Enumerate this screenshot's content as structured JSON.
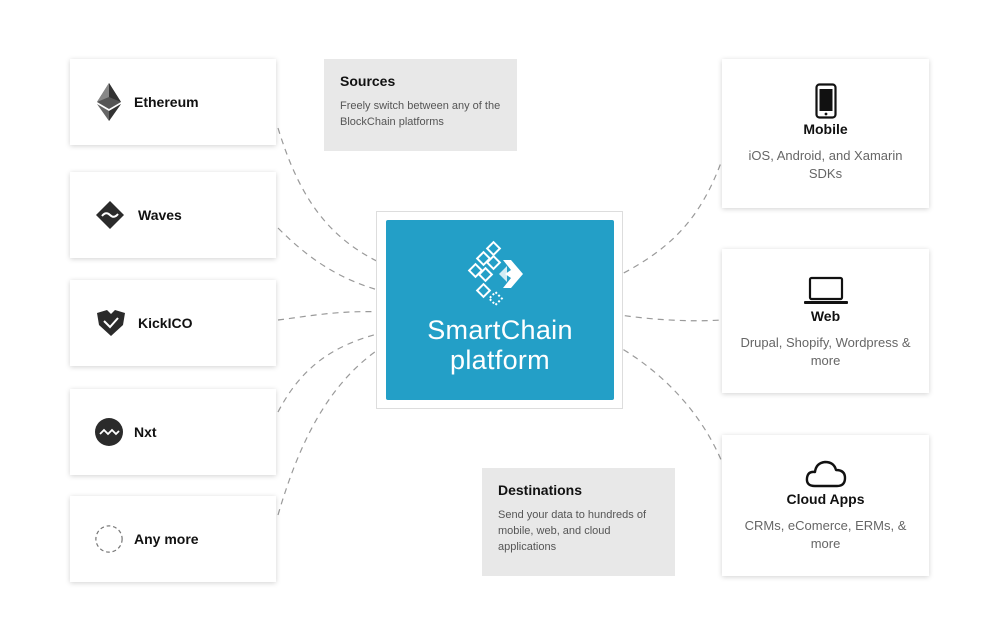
{
  "sources": {
    "title": "Sources",
    "description": "Freely switch between any of the BlockChain platforms",
    "items": [
      {
        "label": "Ethereum",
        "icon": "ethereum-icon"
      },
      {
        "label": "Waves",
        "icon": "waves-icon"
      },
      {
        "label": "KickICO",
        "icon": "kickico-icon"
      },
      {
        "label": "Nxt",
        "icon": "nxt-icon"
      },
      {
        "label": "Any more",
        "icon": "dashed-circle-icon"
      }
    ]
  },
  "platform": {
    "line1": "SmartChain",
    "line2": "platform",
    "color": "#239fc7",
    "icon": "smartchain-logo-icon"
  },
  "destinations": {
    "title": "Destinations",
    "description": "Send your data to hundreds of mobile, web, and cloud applications",
    "items": [
      {
        "label": "Mobile",
        "description": "iOS, Android, and Xamarin SDKs",
        "icon": "mobile-phone-icon"
      },
      {
        "label": "Web",
        "description": "Drupal, Shopify, Wordpress & more",
        "icon": "laptop-icon"
      },
      {
        "label": "Cloud Apps",
        "description": "CRMs, eComerce, ERMs, & more",
        "icon": "cloud-icon"
      }
    ]
  }
}
